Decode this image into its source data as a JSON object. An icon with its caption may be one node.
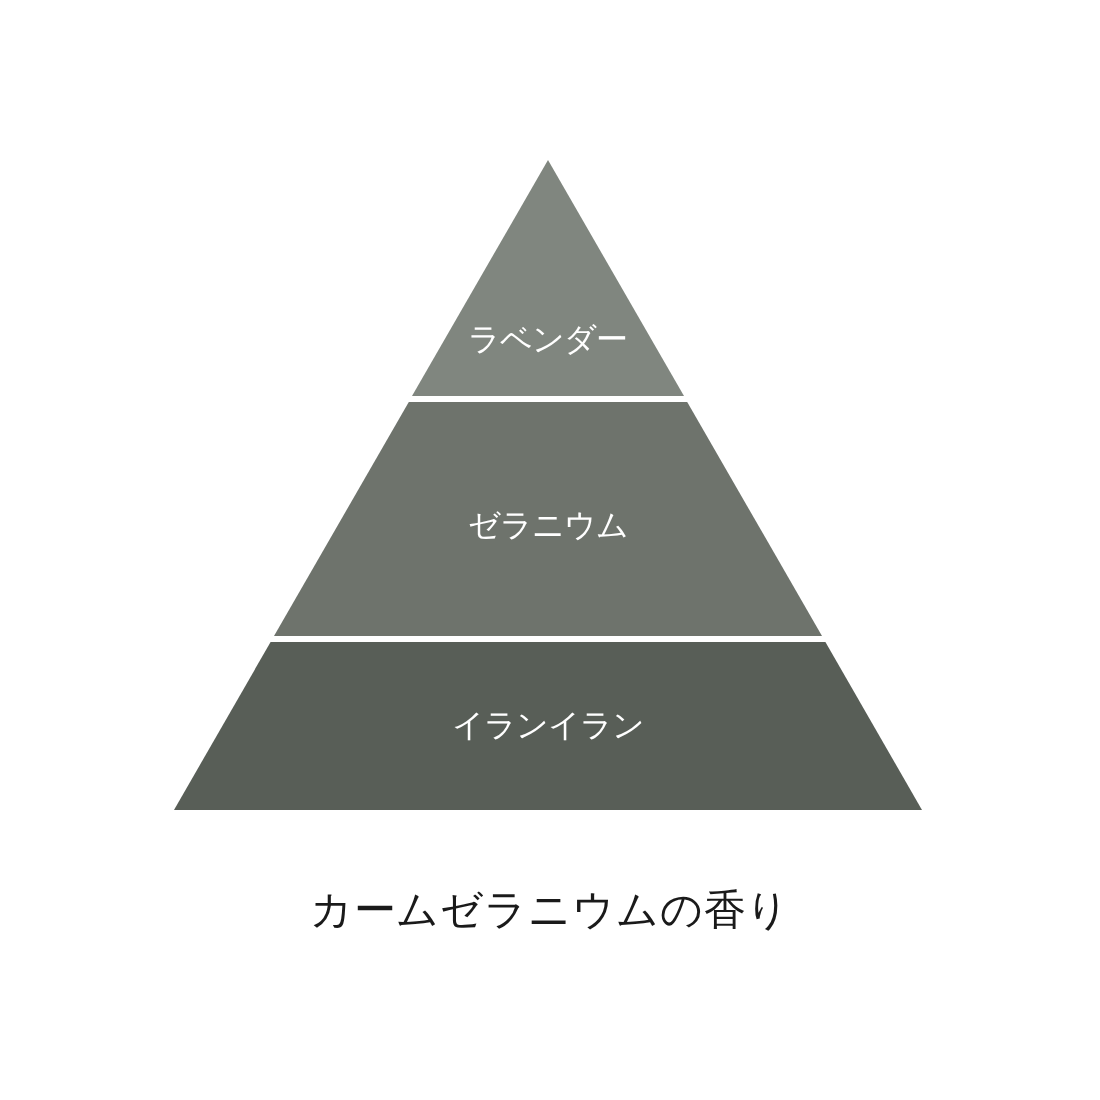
{
  "diagram": {
    "caption": "カームゼラニウムの香り",
    "nodes": [
      {
        "text": [
          "ラベンダー"
        ]
      },
      {
        "text": [
          "ゼラニウム"
        ]
      },
      {
        "text": [
          "イランイラン"
        ]
      }
    ]
  }
}
